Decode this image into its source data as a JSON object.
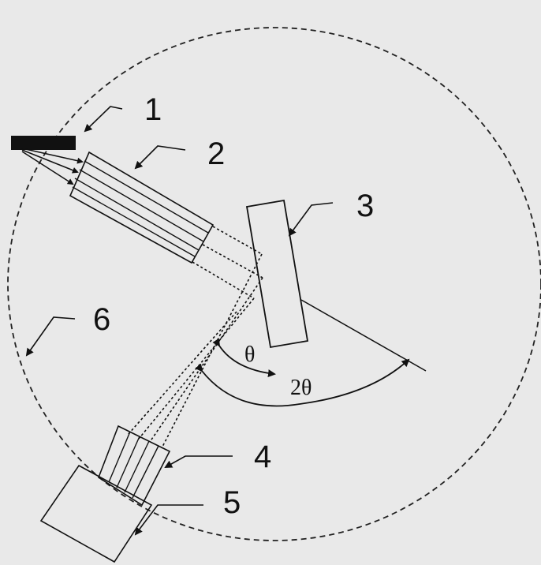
{
  "labels": {
    "one": "1",
    "two": "2",
    "three": "3",
    "four": "4",
    "five": "5",
    "six": "6",
    "theta": "θ",
    "two_theta": "2θ"
  },
  "colors": {
    "background": "#e9e9e9",
    "ink": "#111111"
  }
}
